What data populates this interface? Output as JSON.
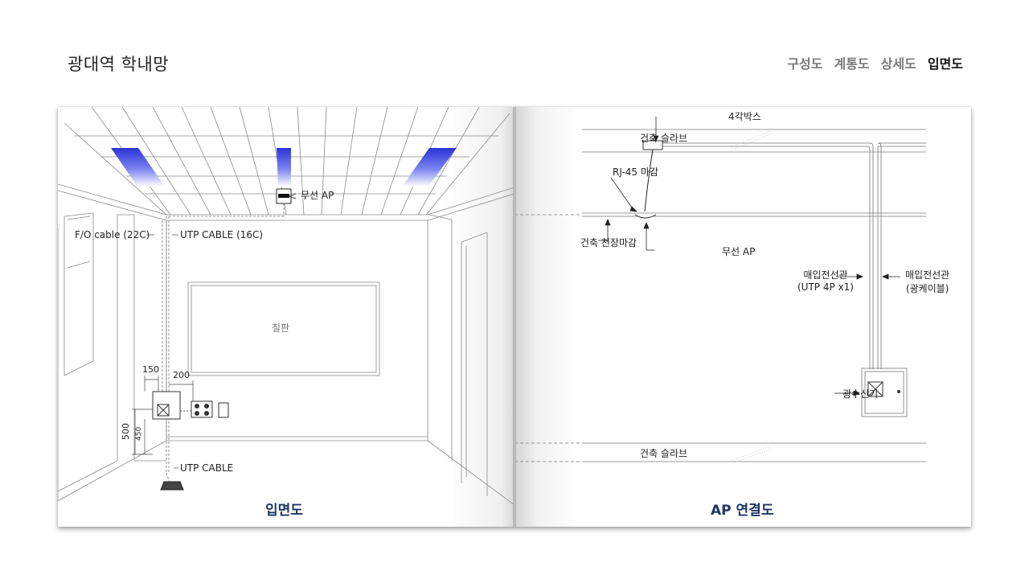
{
  "header": {
    "title": "광대역 학내망",
    "nav": [
      {
        "label": "구성도",
        "active": false
      },
      {
        "label": "계통도",
        "active": false
      },
      {
        "label": "상세도",
        "active": false
      },
      {
        "label": "입면도",
        "active": true
      }
    ]
  },
  "left_panel": {
    "caption": "입면도",
    "labels": {
      "wireless_ap": "무선 AP",
      "fo_cable": "F/O cable (22C)",
      "utp_cable_16c": "UTP CABLE (16C)",
      "blackboard": "칠판",
      "utp_cable": "UTP CABLE",
      "dim_150": "150",
      "dim_200": "200",
      "dim_500": "500",
      "dim_450": "450"
    }
  },
  "right_panel": {
    "caption": "AP 연결도",
    "labels": {
      "box_4": "4각박스",
      "slab_top": "건축 슬라브",
      "rj45": "RJ-45 마감",
      "ceiling_finish": "건축 천장마감",
      "wireless_ap": "무선 AP",
      "conduit_utp_line1": "매입전선관",
      "conduit_utp_line2": "(UTP 4P x1)",
      "conduit_fiber_line1": "매입전선관",
      "conduit_fiber_line2": "(광케이블)",
      "optical_receiver": "광수신기",
      "slab_bottom": "건축 슬라브"
    }
  },
  "colors": {
    "caption": "#1f3566",
    "light_panel": "#2b33d8",
    "line": "#555555"
  }
}
